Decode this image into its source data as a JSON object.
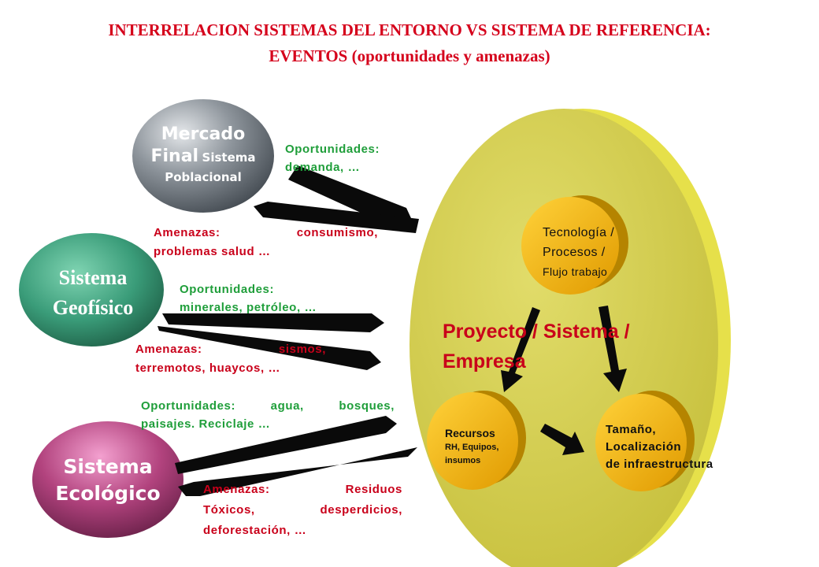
{
  "title": {
    "line1": "INTERRELACION SISTEMAS DEL ENTORNO VS SISTEMA DE REFERENCIA:",
    "line2": "EVENTOS  (oportunidades y amenazas)"
  },
  "systems": {
    "mercado": {
      "line1": "Mercado",
      "line2a": "Final",
      "line2b": "Sistema",
      "line3": "Poblacional"
    },
    "geofisico": {
      "line1": "Sistema",
      "line2": "Geofísico"
    },
    "ecologico": {
      "line1": "Sistema",
      "line2": "Ecológico"
    }
  },
  "events": {
    "mercado_opp": {
      "line1": "Oportunidades:",
      "line2": "demanda, …"
    },
    "mercado_thr": {
      "line1": "Amenazas: consumismo,",
      "line2": "problemas salud …"
    },
    "geo_opp": {
      "line1": "Oportunidades:",
      "line2": "minerales, petróleo, …"
    },
    "geo_thr": {
      "line1": "Amenazas: sismos,",
      "line2": "terremotos, huaycos, …"
    },
    "eco_opp": {
      "line1": "Oportunidades: agua, bosques,",
      "line2": "paisajes. Reciclaje …"
    },
    "eco_thr": {
      "line1": "Amenazas: Residuos",
      "line2": "Tóxicos, desperdicios,",
      "line3": "deforestación, …"
    }
  },
  "project": {
    "line1": "Proyecto / Sistema /",
    "line2": "Empresa"
  },
  "components": {
    "tecnologia": {
      "line1": "Tecnología /",
      "line2": "Procesos /",
      "line3": "Flujo trabajo"
    },
    "recursos": {
      "line1": "Recursos",
      "line2": "RH, Equipos,",
      "line3": "insumos"
    },
    "tamano": {
      "line1": "Tamaño,",
      "line2": "Localización",
      "line3": "de infraestructura"
    }
  },
  "colors": {
    "title": "#d5001b",
    "opportunity_text": "#1f9e3a",
    "threat_text": "#c9001a",
    "project_text": "#c9001a",
    "project_disc": "#d6d04a",
    "component": "#f0b000"
  }
}
